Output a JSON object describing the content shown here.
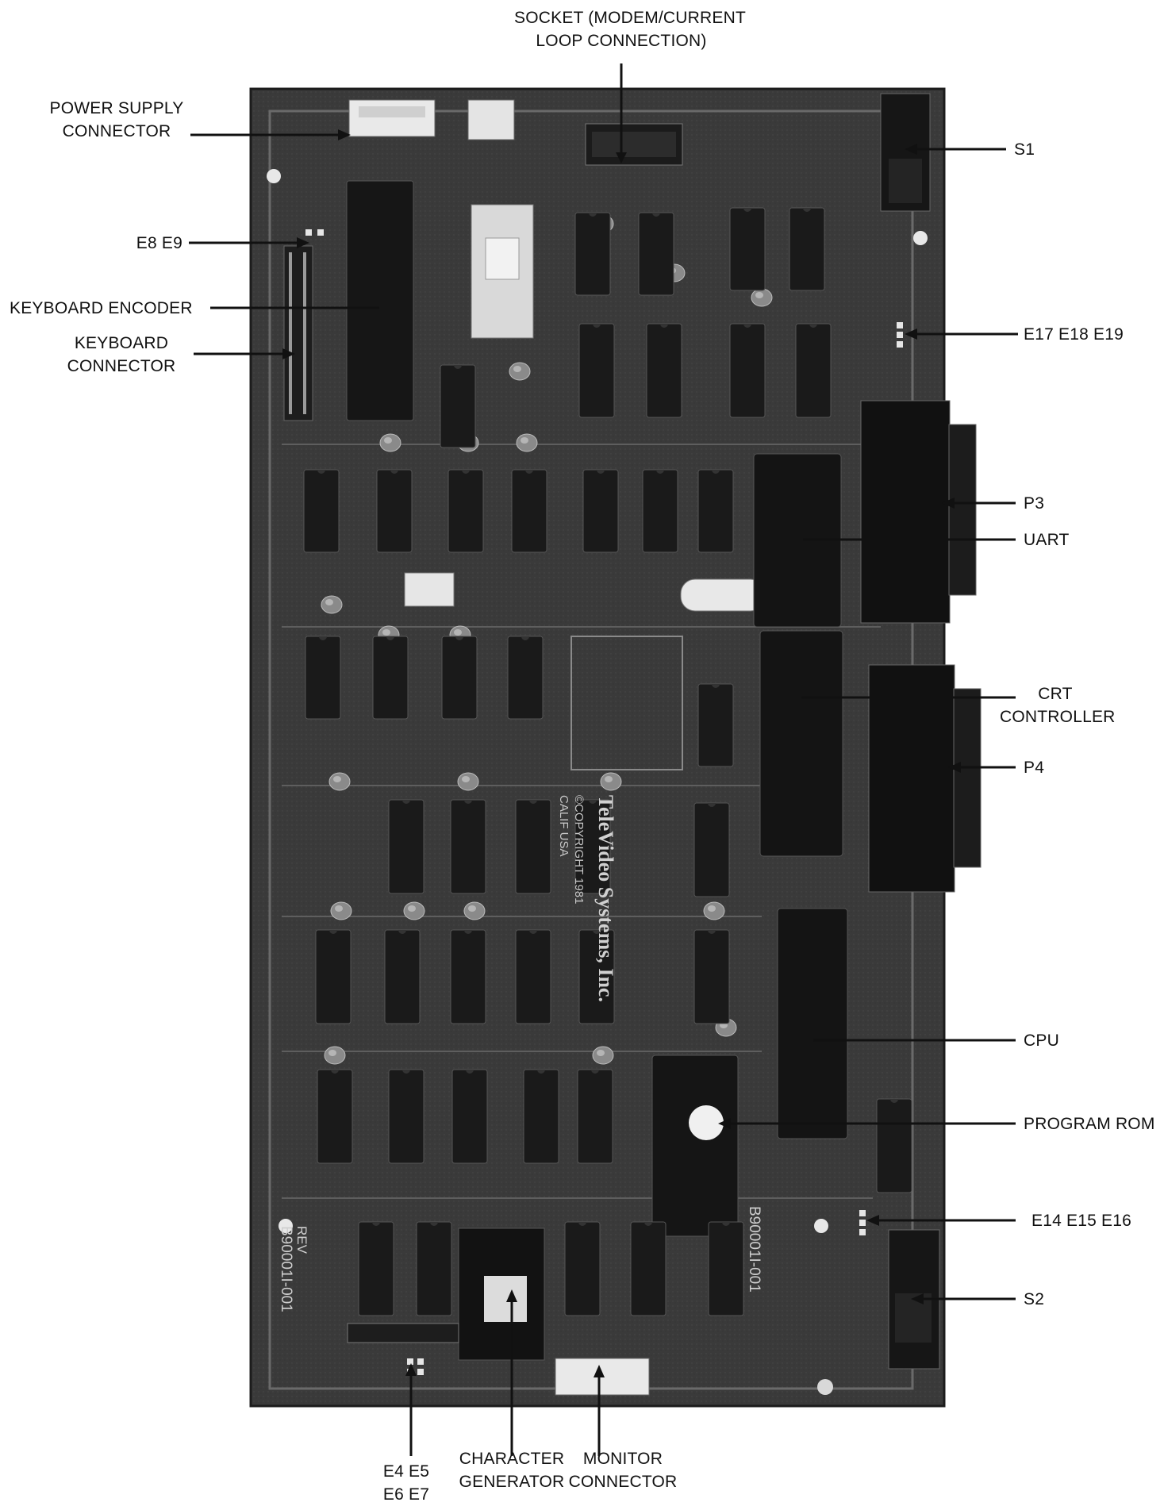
{
  "figure": {
    "labels": {
      "socket": [
        "SOCKET (MODEM/CURRENT",
        "LOOP CONNECTION)"
      ],
      "power_supply": [
        "POWER SUPPLY",
        "CONNECTOR"
      ],
      "e8_e9": "E8  E9",
      "keyboard_encoder": "KEYBOARD ENCODER",
      "keyboard_connector": [
        "KEYBOARD",
        "CONNECTOR"
      ],
      "s1": "S1",
      "e17_e18_e19": "E17  E18  E19",
      "p3": "P3",
      "uart": "UART",
      "crt_controller": [
        "CRT",
        "CONTROLLER"
      ],
      "p4": "P4",
      "cpu": "CPU",
      "program_rom": "PROGRAM ROM",
      "e14_e15_e16": "E14  E15 E16",
      "s2": "S2",
      "e4_e7": [
        "E4  E5",
        "E6  E7"
      ],
      "character_generator": [
        "CHARACTER",
        "GENERATOR"
      ],
      "monitor_connector": [
        "MONITOR",
        "CONNECTOR"
      ]
    },
    "board_markings": {
      "company": "TeleVideo Systems, Inc.",
      "copyright": "©COPYRIGHT 1981",
      "origin": "CALIF USA",
      "part_number": "B90001I-001",
      "revision": "REV"
    }
  }
}
